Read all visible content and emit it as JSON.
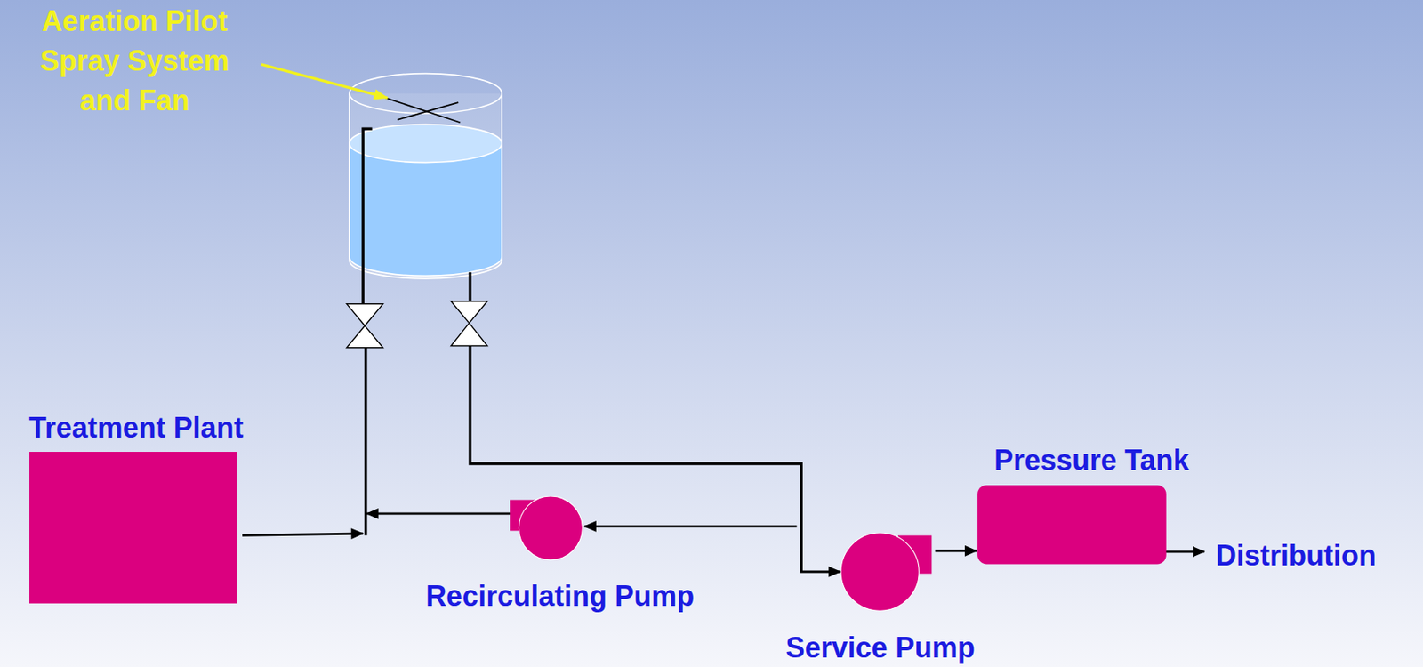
{
  "diagram": {
    "nodes": [
      {
        "text": [
          "Treatment Plant"
        ]
      },
      {
        "text": [
          "Recirculating Pump"
        ]
      },
      {
        "text": [
          "Service Pump"
        ]
      },
      {
        "text": [
          "Pressure Tank"
        ]
      }
    ],
    "edges": [
      {
        "from": 2,
        "to": 3,
        "arrow": "to"
      }
    ],
    "labels": [
      "Aeration Pilot Spray System and Fan",
      "Distribution"
    ]
  }
}
